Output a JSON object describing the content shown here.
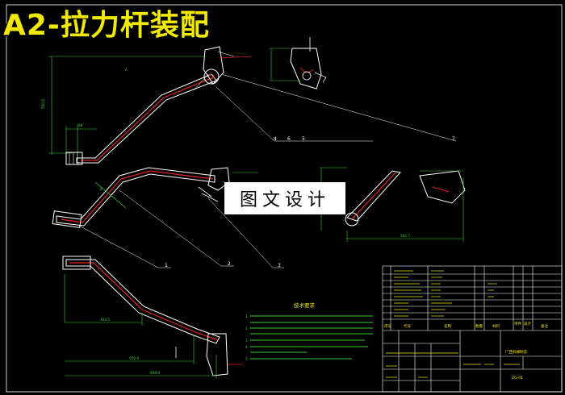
{
  "drawing": {
    "title": "A2-拉力杆装配",
    "watermark": "图文设计"
  },
  "colors": {
    "background": "#000000",
    "frame": "#ffffff",
    "dimension": "#35d235",
    "part_red": "#e22020",
    "title_yellow": "#f2e900"
  },
  "technical_requirements": {
    "heading": "技术要求",
    "items": [
      "1.",
      "2.",
      "3.",
      "4.",
      "5."
    ]
  },
  "balloons": {
    "top_view": [
      "4",
      "6",
      "5",
      "7"
    ],
    "middle_view": [
      "1",
      "2",
      "3"
    ]
  },
  "title_block": {
    "header": [
      "序号",
      "代号",
      "名称",
      "数量",
      "材料",
      "单件",
      "总计",
      "备注"
    ],
    "company": "广西机械制造",
    "drawing_no": "ZG-01"
  }
}
